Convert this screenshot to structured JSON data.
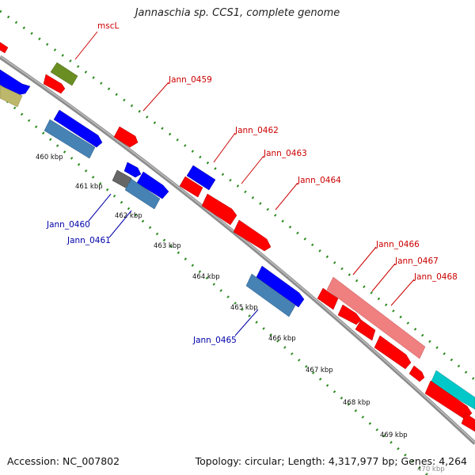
{
  "title": "Jannaschia sp. CCS1, complete genome",
  "accession_text": "Accession: NC_007802",
  "topology_text": "Topology: circular; Length: 4,317,977 bp; Genes: 4,264",
  "colors": {
    "backbone": "#8c8c8c",
    "tick_dots": "#2b8a1f",
    "red_gene": "#ff0000",
    "blue_gene": "#0000ff",
    "steelblue_gene": "#4682b4",
    "olive_gene": "#6b8e23",
    "khaki_gene": "#bdb76b",
    "pink_gene": "#f08080",
    "cyan_gene": "#00c8c8",
    "gray_gene": "#666666",
    "label_red": "#cc0000",
    "label_blue": "#0000aa"
  },
  "scale_labels": [
    "460 kbp",
    "461 kbp",
    "462 kbp",
    "463 kbp",
    "464 kbp",
    "465 kbp",
    "466 kbp",
    "467 kbp",
    "468 kbp",
    "469 kbp",
    "470 kbp"
  ],
  "gene_labels": [
    {
      "text": "mscL",
      "color": "label_red"
    },
    {
      "text": "Jann_0459",
      "color": "label_red"
    },
    {
      "text": "Jann_0462",
      "color": "label_red"
    },
    {
      "text": "Jann_0463",
      "color": "label_red"
    },
    {
      "text": "Jann_0464",
      "color": "label_red"
    },
    {
      "text": "Jann_0466",
      "color": "label_red"
    },
    {
      "text": "Jann_0467",
      "color": "label_red"
    },
    {
      "text": "Jann_0468",
      "color": "label_red"
    },
    {
      "text": "Jann_0460",
      "color": "label_blue"
    },
    {
      "text": "Jann_0461",
      "color": "label_blue"
    },
    {
      "text": "Jann_0465",
      "color": "label_blue"
    }
  ]
}
